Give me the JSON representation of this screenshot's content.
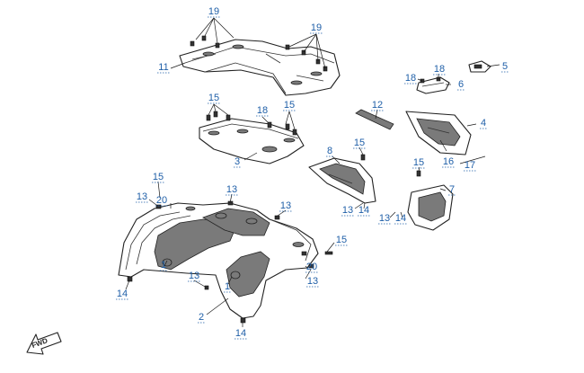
{
  "callouts": [
    {
      "id": "c19a",
      "label": "19"
    },
    {
      "id": "c19b",
      "label": "19"
    },
    {
      "id": "c11",
      "label": "11"
    },
    {
      "id": "c18a",
      "label": "18"
    },
    {
      "id": "c18b",
      "label": "18"
    },
    {
      "id": "c5",
      "label": "5"
    },
    {
      "id": "c6",
      "label": "6"
    },
    {
      "id": "c12",
      "label": "12"
    },
    {
      "id": "c4",
      "label": "4"
    },
    {
      "id": "c15a",
      "label": "15"
    },
    {
      "id": "c18c",
      "label": "18"
    },
    {
      "id": "c15b",
      "label": "15"
    },
    {
      "id": "c3",
      "label": "3"
    },
    {
      "id": "c8",
      "label": "8"
    },
    {
      "id": "c15c",
      "label": "15"
    },
    {
      "id": "c16",
      "label": "16"
    },
    {
      "id": "c17",
      "label": "17"
    },
    {
      "id": "c15d",
      "label": "15"
    },
    {
      "id": "c7",
      "label": "7"
    },
    {
      "id": "c15e",
      "label": "15"
    },
    {
      "id": "c13a",
      "label": "13"
    },
    {
      "id": "c20a",
      "label": "20"
    },
    {
      "id": "c13b",
      "label": "13"
    },
    {
      "id": "c13c",
      "label": "13"
    },
    {
      "id": "c13d",
      "label": "13"
    },
    {
      "id": "c14a",
      "label": "14"
    },
    {
      "id": "c13e",
      "label": "13"
    },
    {
      "id": "c14b",
      "label": "14"
    },
    {
      "id": "c15f",
      "label": "15"
    },
    {
      "id": "c20b",
      "label": "20"
    },
    {
      "id": "c13f",
      "label": "13"
    },
    {
      "id": "c13g",
      "label": "13"
    },
    {
      "id": "c1a",
      "label": "1"
    },
    {
      "id": "c1b",
      "label": "1"
    },
    {
      "id": "c14c",
      "label": "14"
    },
    {
      "id": "c2",
      "label": "2"
    },
    {
      "id": "c14d",
      "label": "14"
    }
  ],
  "fwd_label": "FWD",
  "colors": {
    "callout": "#1f5fa8",
    "line": "#222222"
  }
}
